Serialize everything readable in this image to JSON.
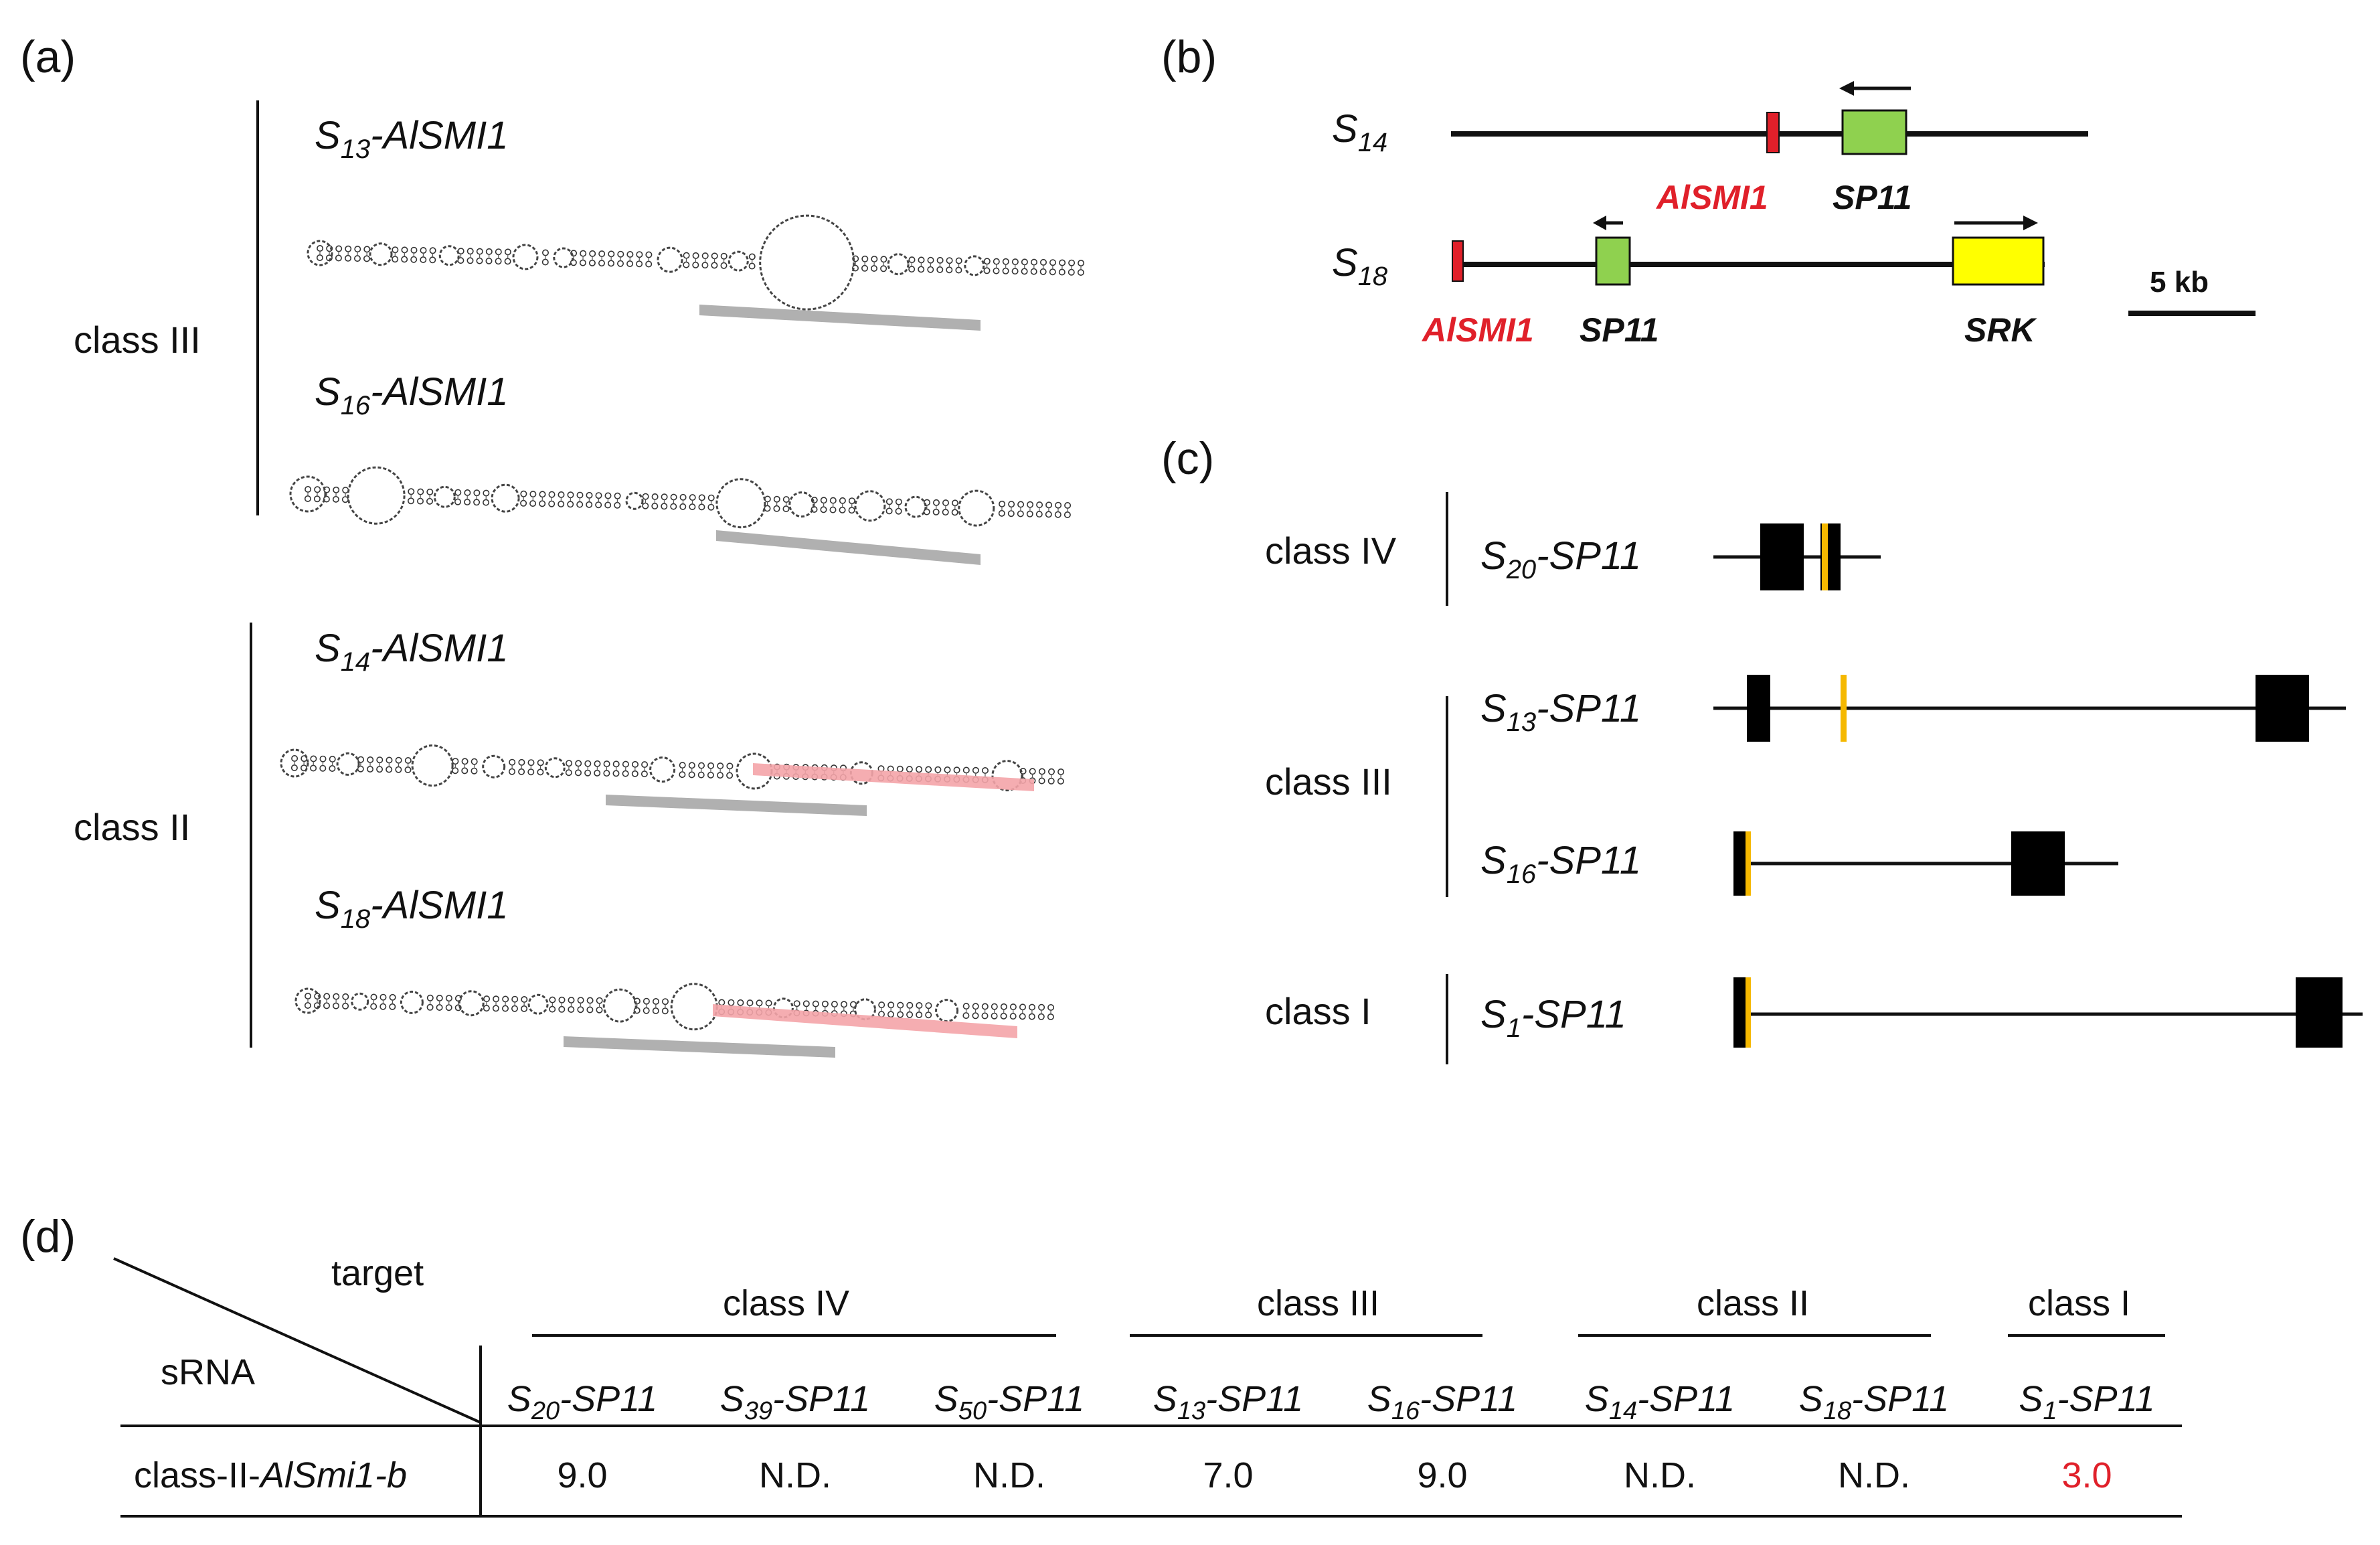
{
  "panels": {
    "a": "(a)",
    "b": "(b)",
    "c": "(c)",
    "d": "(d)"
  },
  "panel_a": {
    "groups": [
      {
        "class": "class III",
        "genes": [
          {
            "prefix": "S",
            "sub": "13",
            "suffix": "-AlSMI1"
          },
          {
            "prefix": "S",
            "sub": "16",
            "suffix": "-AlSMI1"
          }
        ]
      },
      {
        "class": "class II",
        "genes": [
          {
            "prefix": "S",
            "sub": "14",
            "suffix": "-AlSMI1"
          },
          {
            "prefix": "S",
            "sub": "18",
            "suffix": "-AlSMI1"
          }
        ]
      }
    ]
  },
  "panel_b": {
    "haplotypes": [
      {
        "prefix": "S",
        "sub": "14"
      },
      {
        "prefix": "S",
        "sub": "18"
      }
    ],
    "labels": {
      "alsmi1": "AlSMI1",
      "sp11": "SP11",
      "srk": "SRK",
      "scale": "5 kb"
    },
    "colors": {
      "alsmi1": "#e0202a",
      "sp11": "#8fd14f",
      "srk": "#ffff00"
    }
  },
  "panel_c": {
    "groups": [
      {
        "class": "class IV",
        "genes": [
          {
            "prefix": "S",
            "sub": "20",
            "suffix": "-SP11"
          }
        ]
      },
      {
        "class": "class III",
        "genes": [
          {
            "prefix": "S",
            "sub": "13",
            "suffix": "-SP11"
          },
          {
            "prefix": "S",
            "sub": "16",
            "suffix": "-SP11"
          }
        ]
      },
      {
        "class": "class I",
        "genes": [
          {
            "prefix": "S",
            "sub": "1",
            "suffix": "-SP11"
          }
        ]
      }
    ],
    "colors": {
      "exon": "#000000",
      "target_site": "#f5b800"
    }
  },
  "panel_d": {
    "header_target": "target",
    "header_srna": "sRNA",
    "class_headers": [
      "class IV",
      "class III",
      "class II",
      "class I"
    ],
    "columns": [
      {
        "prefix": "S",
        "sub": "20",
        "suffix": "-SP11"
      },
      {
        "prefix": "S",
        "sub": "39",
        "suffix": "-SP11"
      },
      {
        "prefix": "S",
        "sub": "50",
        "suffix": "-SP11"
      },
      {
        "prefix": "S",
        "sub": "13",
        "suffix": "-SP11"
      },
      {
        "prefix": "S",
        "sub": "16",
        "suffix": "-SP11"
      },
      {
        "prefix": "S",
        "sub": "14",
        "suffix": "-SP11"
      },
      {
        "prefix": "S",
        "sub": "18",
        "suffix": "-SP11"
      },
      {
        "prefix": "S",
        "sub": "1",
        "suffix": "-SP11"
      }
    ],
    "row": {
      "label_prefix": "class-II-",
      "label_italic": "AlSmi1-b",
      "values": [
        "9.0",
        "N.D.",
        "N.D.",
        "7.0",
        "9.0",
        "N.D.",
        "N.D.",
        "3.0"
      ]
    },
    "highlight_color": "#e0202a"
  }
}
